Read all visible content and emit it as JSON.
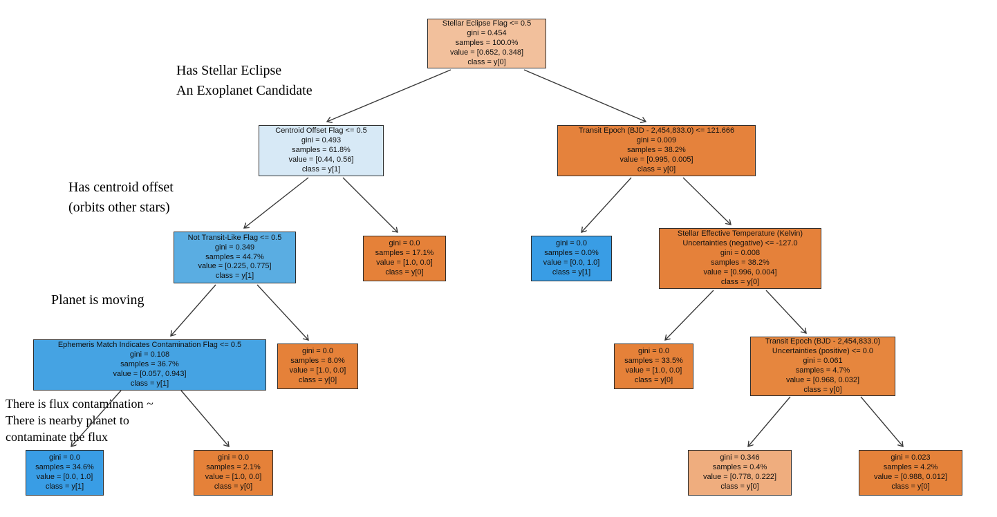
{
  "annotations": {
    "root_note": "Has Stellar Eclipse\nAn Exoplanet Candidate",
    "centroid_note": "Has centroid offset\n(orbits other stars)",
    "moving_note": "Planet is moving",
    "flux_note": "There is flux contamination ~\nThere is nearby planet to\ncontaminate the flux"
  },
  "colors": {
    "orange_full": "#e58139",
    "blue_full": "#399de5",
    "edge": "#3a3a3a"
  },
  "nodes": {
    "root": {
      "condition": "Stellar Eclipse Flag <= 0.5",
      "gini": "gini = 0.454",
      "samples": "samples = 100.0%",
      "value": "value = [0.652, 0.348]",
      "class": "class = y[0]",
      "color": "#f2c09c"
    },
    "centroid": {
      "condition": "Centroid Offset Flag <= 0.5",
      "gini": "gini = 0.493",
      "samples": "samples = 61.8%",
      "value": "value = [0.44, 0.56]",
      "class": "class = y[1]",
      "color": "#d7e9f6"
    },
    "transit_epoch": {
      "condition": "Transit Epoch (BJD - 2,454,833.0) <= 121.666",
      "gini": "gini = 0.009",
      "samples": "samples = 38.2%",
      "value": "value = [0.995, 0.005]",
      "class": "class = y[0]",
      "color": "#e5823c"
    },
    "not_transit": {
      "condition": "Not Transit-Like Flag <= 0.5",
      "gini": "gini = 0.349",
      "samples": "samples = 44.7%",
      "value": "value = [0.225, 0.775]",
      "class": "class = y[1]",
      "color": "#5aade2"
    },
    "leaf_171": {
      "gini": "gini = 0.0",
      "samples": "samples = 17.1%",
      "value": "value = [1.0, 0.0]",
      "class": "class = y[0]",
      "color": "#e58139"
    },
    "leaf_00": {
      "gini": "gini = 0.0",
      "samples": "samples = 0.0%",
      "value": "value = [0.0, 1.0]",
      "class": "class = y[1]",
      "color": "#399de5"
    },
    "stellar_temp": {
      "condition": "Stellar Effective Temperature (Kelvin)\nUncertainties (negative) <= -127.0",
      "gini": "gini = 0.008",
      "samples": "samples = 38.2%",
      "value": "value = [0.996, 0.004]",
      "class": "class = y[0]",
      "color": "#e5813a"
    },
    "ephemeris": {
      "condition": "Ephemeris Match Indicates Contamination Flag <= 0.5",
      "gini": "gini = 0.108",
      "samples": "samples = 36.7%",
      "value": "value = [0.057, 0.943]",
      "class": "class = y[1]",
      "color": "#45a3e3"
    },
    "leaf_80": {
      "gini": "gini = 0.0",
      "samples": "samples = 8.0%",
      "value": "value = [1.0, 0.0]",
      "class": "class = y[0]",
      "color": "#e58139"
    },
    "leaf_335": {
      "gini": "gini = 0.0",
      "samples": "samples = 33.5%",
      "value": "value = [1.0, 0.0]",
      "class": "class = y[0]",
      "color": "#e58139"
    },
    "transit_unc": {
      "condition": "Transit Epoch (BJD - 2,454,833.0)\nUncertainties (positive) <= 0.0",
      "gini": "gini = 0.061",
      "samples": "samples = 4.7%",
      "value": "value = [0.968, 0.032]",
      "class": "class = y[0]",
      "color": "#e6863e"
    },
    "leaf_346pct": {
      "gini": "gini = 0.0",
      "samples": "samples = 34.6%",
      "value": "value = [0.0, 1.0]",
      "class": "class = y[1]",
      "color": "#399de5"
    },
    "leaf_21": {
      "gini": "gini = 0.0",
      "samples": "samples = 2.1%",
      "value": "value = [1.0, 0.0]",
      "class": "class = y[0]",
      "color": "#e58139"
    },
    "leaf_04": {
      "gini": "gini = 0.346",
      "samples": "samples = 0.4%",
      "value": "value = [0.778, 0.222]",
      "class": "class = y[0]",
      "color": "#efad7e"
    },
    "leaf_42": {
      "gini": "gini = 0.023",
      "samples": "samples = 4.2%",
      "value": "value = [0.988, 0.012]",
      "class": "class = y[0]",
      "color": "#e5823a"
    }
  }
}
